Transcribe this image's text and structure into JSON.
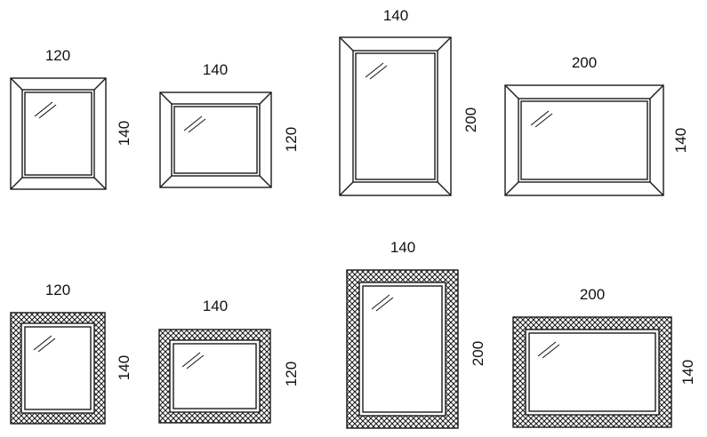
{
  "colors": {
    "stroke": "#1a1a1a",
    "background": "#ffffff",
    "text": "#111111"
  },
  "rows": [
    {
      "frame_style": "bevel",
      "frames": [
        {
          "width_label": "120",
          "height_label": "140"
        },
        {
          "width_label": "140",
          "height_label": "120"
        },
        {
          "width_label": "140",
          "height_label": "200"
        },
        {
          "width_label": "200",
          "height_label": "140"
        }
      ]
    },
    {
      "frame_style": "lattice",
      "frames": [
        {
          "width_label": "120",
          "height_label": "140"
        },
        {
          "width_label": "140",
          "height_label": "120"
        },
        {
          "width_label": "140",
          "height_label": "200"
        },
        {
          "width_label": "200",
          "height_label": "140"
        }
      ]
    }
  ]
}
